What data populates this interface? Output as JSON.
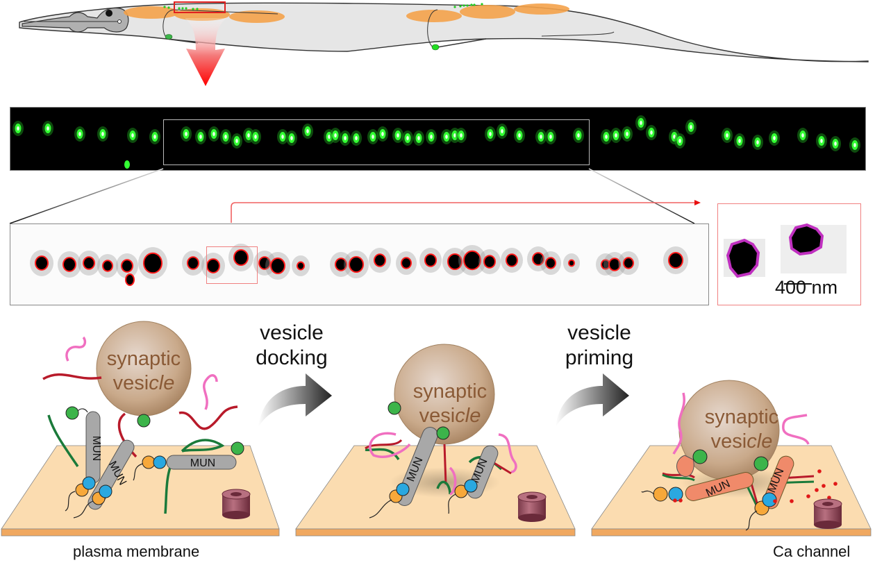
{
  "figure": {
    "panel_worm": {
      "description": "C. elegans schematic with dorsal nerve cord region boxed",
      "icon": "worm-icon",
      "highlight_color": "#e02020",
      "gonad_color": "#f4a24a",
      "body_color": "#e6e6e6",
      "puncta_color": "#22cc22"
    },
    "panel_fluorescence": {
      "description": "Green fluorescent puncta along nerve cord",
      "puncta_color": "#33ff33",
      "background": "#000000"
    },
    "panel_segmented": {
      "description": "Inverted grayscale, segmented puncta with red outlines",
      "outline_color": "#ff1a1a"
    },
    "panel_inset": {
      "outline_color": "#c030c0",
      "scale_bar_label": "400 nm"
    },
    "model": {
      "vesicle_label_line1": "synaptic",
      "vesicle_label_line2_a": "vesi",
      "vesicle_label_line2_b": "cle",
      "mun_label": "MUN",
      "step1_line1": "vesicle",
      "step1_line2": "docking",
      "step2_line1": "vesicle",
      "step2_line2": "priming",
      "membrane_label": "plasma membrane",
      "channel_label": "Ca channel",
      "colors": {
        "vesicle": "#c9a98a",
        "membrane_top": "#fbdcb0",
        "membrane_edge": "#f0a860",
        "mun_gray": "#a8a8a8",
        "mun_orange": "#f08a6a",
        "green_ball": "#3cb44a",
        "blue_ball": "#2aa8e0",
        "orange_ball": "#f7a83a",
        "pink_strand": "#f06fc0",
        "red_strand": "#b81a2a",
        "green_strand": "#1a7a3a",
        "channel": "#9a5060",
        "calcium": "#e01818"
      }
    }
  }
}
